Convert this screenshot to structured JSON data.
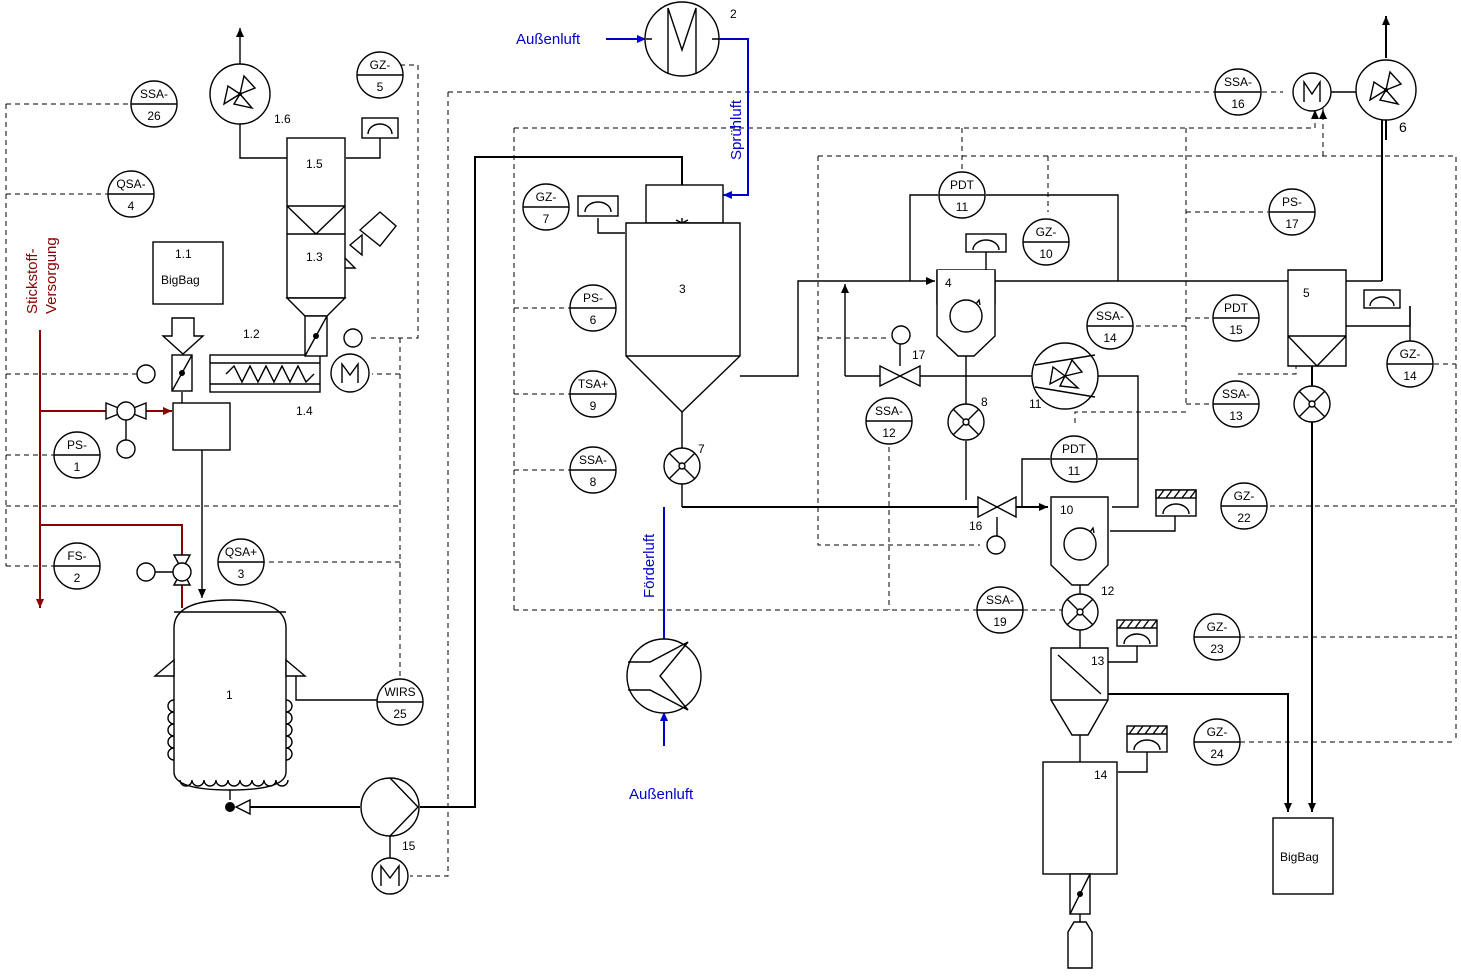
{
  "diagram": {
    "flows": {
      "outside_air_top": "Außenluft",
      "spray_air": "Sprühluft",
      "conveying_air": "Förderluft",
      "outside_air_bottom": "Außenluft",
      "nitrogen_line1": "Stickstoff-",
      "nitrogen_line2": "Versorgung"
    },
    "equipment": {
      "bigbag_top_1": "1.1",
      "bigbag_top_2": "BigBag",
      "bigbag_bottom": "BigBag",
      "e1": "1",
      "e1_2": "1.2",
      "e1_3": "1.3",
      "e1_4": "1.4",
      "e1_5": "1.5",
      "e1_6": "1.6",
      "e2": "2",
      "e3": "3",
      "e4": "4",
      "e5": "5",
      "e6": "6",
      "e7": "7",
      "e8": "8",
      "e10": "10",
      "e11": "11",
      "e12": "12",
      "e13": "13",
      "e14": "14",
      "e15": "15",
      "e16": "16",
      "e17": "17"
    },
    "instruments": [
      {
        "id": "ssa26",
        "tag": "SSA-",
        "num": "26"
      },
      {
        "id": "qsa4",
        "tag": "QSA-",
        "num": "4"
      },
      {
        "id": "gz5",
        "tag": "GZ-",
        "num": "5"
      },
      {
        "id": "ps1",
        "tag": "PS-",
        "num": "1"
      },
      {
        "id": "fs2",
        "tag": "FS-",
        "num": "2"
      },
      {
        "id": "qsa3",
        "tag": "QSA+",
        "num": "3"
      },
      {
        "id": "wirs25",
        "tag": "WIRS",
        "num": "25"
      },
      {
        "id": "gz7",
        "tag": "GZ-",
        "num": "7"
      },
      {
        "id": "ps6",
        "tag": "PS-",
        "num": "6"
      },
      {
        "id": "tsa9",
        "tag": "TSA+",
        "num": "9"
      },
      {
        "id": "ssa8",
        "tag": "SSA-",
        "num": "8"
      },
      {
        "id": "pdt11a",
        "tag": "PDT",
        "num": "11"
      },
      {
        "id": "gz10",
        "tag": "GZ-",
        "num": "10"
      },
      {
        "id": "ssa14",
        "tag": "SSA-",
        "num": "14"
      },
      {
        "id": "ssa12",
        "tag": "SSA-",
        "num": "12"
      },
      {
        "id": "pdt11b",
        "tag": "PDT",
        "num": "11"
      },
      {
        "id": "ssa19",
        "tag": "SSA-",
        "num": "19"
      },
      {
        "id": "ssa16",
        "tag": "SSA-",
        "num": "16"
      },
      {
        "id": "ps17",
        "tag": "PS-",
        "num": "17"
      },
      {
        "id": "pdt15",
        "tag": "PDT",
        "num": "15"
      },
      {
        "id": "ssa13",
        "tag": "SSA-",
        "num": "13"
      },
      {
        "id": "gz14",
        "tag": "GZ-",
        "num": "14"
      },
      {
        "id": "gz22",
        "tag": "GZ-",
        "num": "22"
      },
      {
        "id": "gz23",
        "tag": "GZ-",
        "num": "23"
      },
      {
        "id": "gz24",
        "tag": "GZ-",
        "num": "24"
      }
    ]
  }
}
